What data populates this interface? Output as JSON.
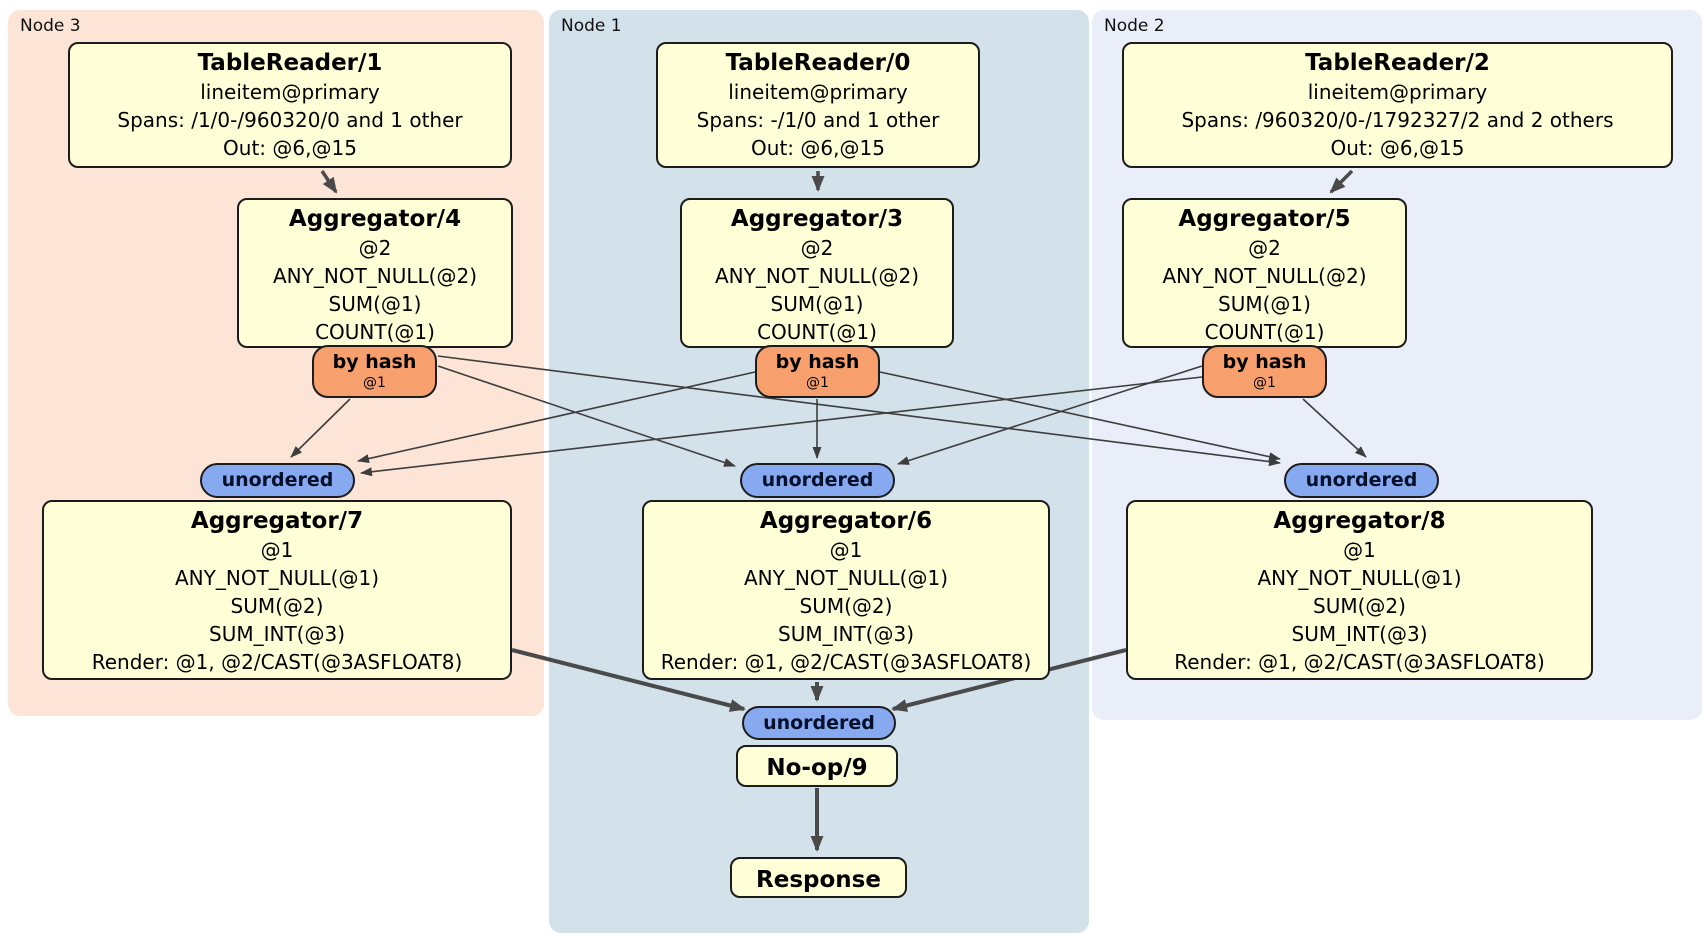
{
  "diagram": {
    "regions": [
      {
        "label": "Node 3"
      },
      {
        "label": "Node 1"
      },
      {
        "label": "Node 2"
      }
    ],
    "processors": {
      "tr1": {
        "title": "TableReader/1",
        "lines": [
          "lineitem@primary",
          "Spans: /1/0-/960320/0 and 1 other",
          "Out: @6,@15"
        ]
      },
      "tr0": {
        "title": "TableReader/0",
        "lines": [
          "lineitem@primary",
          "Spans: -/1/0 and 1 other",
          "Out: @6,@15"
        ]
      },
      "tr2": {
        "title": "TableReader/2",
        "lines": [
          "lineitem@primary",
          "Spans: /960320/0-/1792327/2 and 2 others",
          "Out: @6,@15"
        ]
      },
      "agg4": {
        "title": "Aggregator/4",
        "lines": [
          "@2",
          "ANY_NOT_NULL(@2)",
          "SUM(@1)",
          "COUNT(@1)"
        ]
      },
      "agg3": {
        "title": "Aggregator/3",
        "lines": [
          "@2",
          "ANY_NOT_NULL(@2)",
          "SUM(@1)",
          "COUNT(@1)"
        ]
      },
      "agg5": {
        "title": "Aggregator/5",
        "lines": [
          "@2",
          "ANY_NOT_NULL(@2)",
          "SUM(@1)",
          "COUNT(@1)"
        ]
      },
      "agg7": {
        "title": "Aggregator/7",
        "lines": [
          "@1",
          "ANY_NOT_NULL(@1)",
          "SUM(@2)",
          "SUM_INT(@3)",
          "Render: @1, @2/CAST(@3ASFLOAT8)"
        ]
      },
      "agg6": {
        "title": "Aggregator/6",
        "lines": [
          "@1",
          "ANY_NOT_NULL(@1)",
          "SUM(@2)",
          "SUM_INT(@3)",
          "Render: @1, @2/CAST(@3ASFLOAT8)"
        ]
      },
      "agg8": {
        "title": "Aggregator/8",
        "lines": [
          "@1",
          "ANY_NOT_NULL(@1)",
          "SUM(@2)",
          "SUM_INT(@3)",
          "Render: @1, @2/CAST(@3ASFLOAT8)"
        ]
      },
      "noop": {
        "title": "No-op/9"
      },
      "response": {
        "title": "Response"
      }
    },
    "routers": [
      {
        "label": "by hash",
        "detail": "@1"
      },
      {
        "label": "by hash",
        "detail": "@1"
      },
      {
        "label": "by hash",
        "detail": "@1"
      }
    ],
    "synchronizers": [
      {
        "label": "unordered"
      },
      {
        "label": "unordered"
      },
      {
        "label": "unordered"
      },
      {
        "label": "unordered"
      }
    ],
    "colors": {
      "node3_bg": "#fce4d6",
      "node1_bg": "#d3e1eb",
      "node2_bg": "#e9eef9",
      "processor_bg": "#ffffd7",
      "router_bg": "#f7a06e",
      "sync_bg": "#86a9f0",
      "edge_thin": "#3d3d3d",
      "edge_thick": "#4a4a4a"
    }
  }
}
